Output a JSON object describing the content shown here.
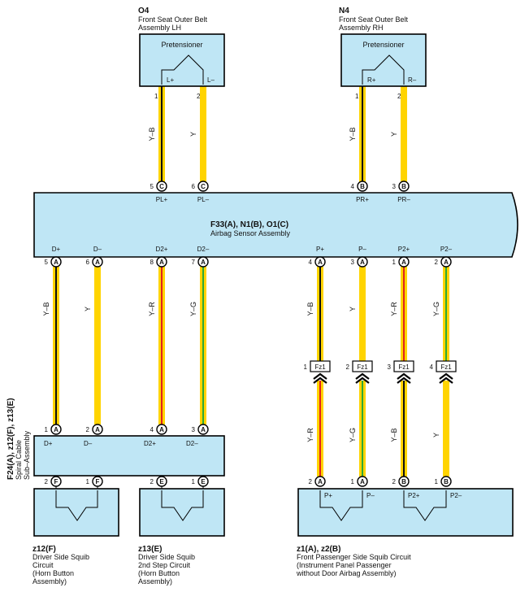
{
  "colors": {
    "yellow": "#ffd400",
    "black": "#111111",
    "red": "#e0221e",
    "green": "#2da836",
    "component_fill": "#bfe6f5"
  },
  "components": {
    "o4": {
      "code": "O4",
      "name1": "Front Seat Outer Belt",
      "name2": "Assembly LH",
      "inner": "Pretensioner",
      "pin_plus": "L+",
      "pin_minus": "L–",
      "num_plus": "1",
      "num_minus": "2"
    },
    "n4": {
      "code": "N4",
      "name1": "Front Seat Outer Belt",
      "name2": "Assembly RH",
      "inner": "Pretensioner",
      "pin_plus": "R+",
      "pin_minus": "R–",
      "num_plus": "1",
      "num_minus": "2"
    },
    "sensor": {
      "code": "F33(A), N1(B), O1(C)",
      "name": "Airbag Sensor Assembly"
    },
    "spiral": {
      "code": "F24(A), z12(F), z13(E)",
      "name1": "Spiral Cable",
      "name2": "Sub–Assembly"
    },
    "z12": {
      "code": "z12(F)",
      "line1": "Driver Side Squib",
      "line2": "Circuit",
      "line3": "(Horn Button",
      "line4": " Assembly)"
    },
    "z13": {
      "code": "z13(E)",
      "line1": "Driver Side Squib",
      "line2": "2nd Step Circuit",
      "line3": "(Horn Button",
      "line4": " Assembly)"
    },
    "z1": {
      "code": "z1(A), z2(B)",
      "line1": "Front Passenger Side Squib Circuit",
      "line2": "(Instrument Panel Passenger",
      "line3": " without Door Airbag Assembly)"
    }
  },
  "wires": {
    "top_lh_plus": "Y–B",
    "top_lh_minus": "Y",
    "top_rh_plus": "Y–B",
    "top_rh_minus": "Y",
    "drv_plus": "Y–B",
    "drv_minus": "Y",
    "drv2_plus": "Y–R",
    "drv2_minus": "Y–G",
    "pas_plus_upper": "Y–B",
    "pas_minus_upper": "Y",
    "pas2_plus_upper": "Y–R",
    "pas2_minus_upper": "Y–G",
    "pas_lower_1": "Y–R",
    "pas_lower_2": "Y–G",
    "pas_lower_3": "Y–B",
    "pas_lower_4": "Y"
  },
  "sensor_top_pins": {
    "pl_plus": {
      "num": "5",
      "letter": "C",
      "label": "PL+"
    },
    "pl_minus": {
      "num": "6",
      "letter": "C",
      "label": "PL–"
    },
    "pr_plus": {
      "num": "4",
      "letter": "B",
      "label": "PR+"
    },
    "pr_minus": {
      "num": "3",
      "letter": "B",
      "label": "PR–"
    }
  },
  "sensor_bottom_pins": {
    "d_plus": {
      "num": "5",
      "letter": "A",
      "label": "D+"
    },
    "d_minus": {
      "num": "6",
      "letter": "A",
      "label": "D–"
    },
    "d2_plus": {
      "num": "8",
      "letter": "A",
      "label": "D2+"
    },
    "d2_minus": {
      "num": "7",
      "letter": "A",
      "label": "D2–"
    },
    "p_plus": {
      "num": "4",
      "letter": "A",
      "label": "P+"
    },
    "p_minus": {
      "num": "3",
      "letter": "A",
      "label": "P–"
    },
    "p2_plus": {
      "num": "1",
      "letter": "A",
      "label": "P2+"
    },
    "p2_minus": {
      "num": "2",
      "letter": "A",
      "label": "P2–"
    }
  },
  "fz1": {
    "name": "Fz1",
    "pins": [
      "1",
      "2",
      "3",
      "4"
    ]
  },
  "spiral_top_pins": {
    "d_plus": {
      "num": "1",
      "letter": "A",
      "label": "D+"
    },
    "d_minus": {
      "num": "2",
      "letter": "A",
      "label": "D–"
    },
    "d2_plus": {
      "num": "4",
      "letter": "A",
      "label": "D2+"
    },
    "d2_minus": {
      "num": "3",
      "letter": "A",
      "label": "D2–"
    }
  },
  "spiral_bottom_pins": {
    "f2": {
      "num": "2",
      "letter": "F"
    },
    "f1": {
      "num": "1",
      "letter": "F"
    },
    "e2": {
      "num": "2",
      "letter": "E"
    },
    "e1": {
      "num": "1",
      "letter": "E"
    }
  },
  "pass_squib_pins": {
    "p_plus": {
      "num": "2",
      "letter": "A",
      "label": "P+"
    },
    "p_minus": {
      "num": "1",
      "letter": "A",
      "label": "P–"
    },
    "p2_plus": {
      "num": "2",
      "letter": "B",
      "label": "P2+"
    },
    "p2_minus": {
      "num": "1",
      "letter": "B",
      "label": "P2–"
    }
  }
}
